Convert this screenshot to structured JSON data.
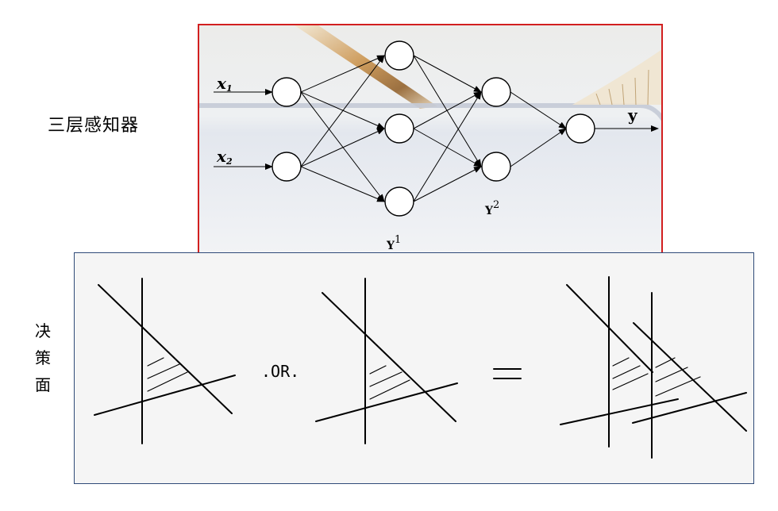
{
  "labels": {
    "three_layer_perceptron": "三层感知器",
    "decision_surface": [
      "决",
      "策",
      "面"
    ]
  },
  "network": {
    "inputs": [
      {
        "name": "x",
        "sub": "1"
      },
      {
        "name": "x",
        "sub": "2"
      }
    ],
    "output": "y",
    "layer1_label": {
      "base": "Y",
      "sup": "1"
    },
    "layer2_label": {
      "base": "Y",
      "sup": "2"
    }
  },
  "decision": {
    "or_text": ".OR.",
    "equals_text": "="
  },
  "colors": {
    "nn_border": "#d21f1f",
    "ds_border": "#2f4a78",
    "ds_background": "#f5f5f5"
  }
}
